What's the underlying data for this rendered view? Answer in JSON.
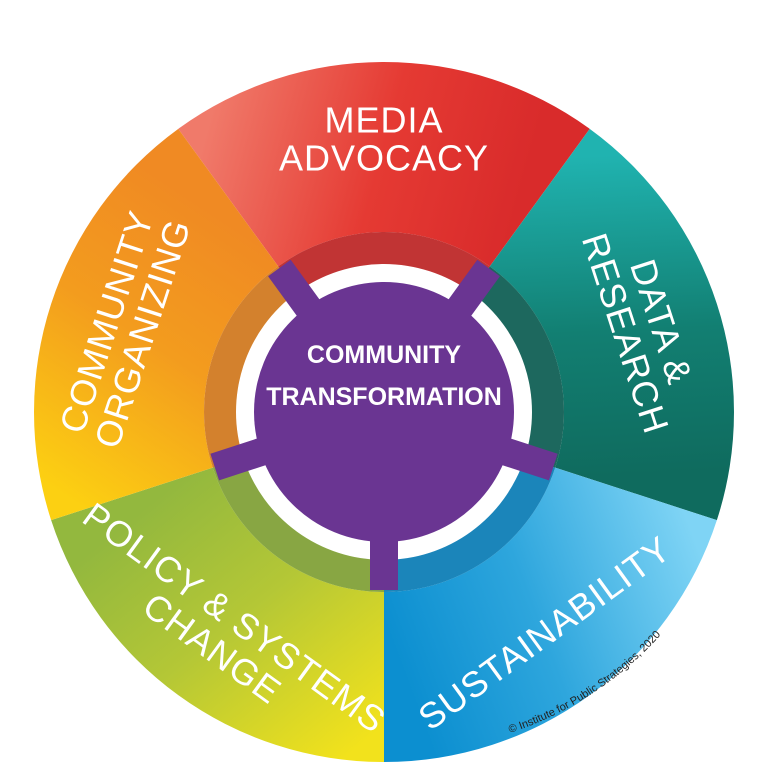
{
  "center": {
    "line1": "COMMUNITY",
    "line2": "TRANSFORMATION",
    "color": "#6a3592"
  },
  "segments": [
    {
      "id": "media-advocacy",
      "lines": [
        "MEDIA",
        "ADVOCACY"
      ],
      "color_light": "#f07a6a",
      "color": "#e53a33",
      "color_dark": "#d92b2b"
    },
    {
      "id": "data-research",
      "lines": [
        "DATA &",
        "RESEARCH"
      ],
      "color_light": "#20b3b0",
      "color": "#127f72",
      "color_dark": "#0f6b5e"
    },
    {
      "id": "sustainability",
      "lines": [
        "SUSTAINABILITY"
      ],
      "color_light": "#7fd4f5",
      "color": "#2ea6dd",
      "color_dark": "#0c8fd0"
    },
    {
      "id": "policy-systems-change",
      "lines": [
        "POLICY & SYSTEMS",
        "CHANGE"
      ],
      "color_light": "#f2e21c",
      "color": "#b4c736",
      "color_dark": "#93b83e"
    },
    {
      "id": "community-organizing",
      "lines": [
        "COMMUNITY",
        "ORGANIZING"
      ],
      "color_light": "#fcd012",
      "color": "#f39c1e",
      "color_dark": "#f08a23"
    }
  ],
  "copyright": "© Institute for Public Strategies, 2020"
}
